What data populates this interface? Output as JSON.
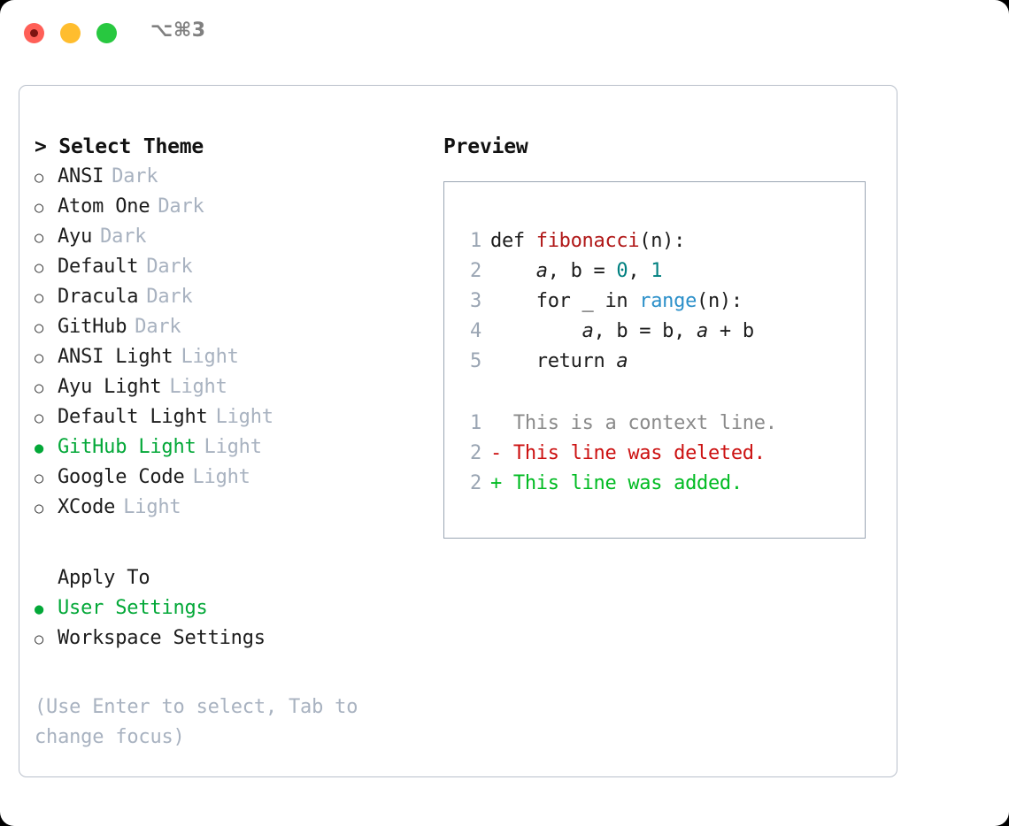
{
  "titlebar": {
    "shortcut": "⌥⌘3",
    "buttons": [
      {
        "name": "close",
        "color": "#ff5f57"
      },
      {
        "name": "minimize",
        "color": "#ffbd2e"
      },
      {
        "name": "maximize",
        "color": "#28c840"
      }
    ]
  },
  "theme_picker": {
    "heading": "> Select Theme",
    "marker_unselected": "○",
    "marker_selected": "●",
    "items": [
      {
        "name": "ANSI",
        "variant": "Dark",
        "selected": false
      },
      {
        "name": "Atom One",
        "variant": "Dark",
        "selected": false
      },
      {
        "name": "Ayu",
        "variant": "Dark",
        "selected": false
      },
      {
        "name": "Default",
        "variant": "Dark",
        "selected": false
      },
      {
        "name": "Dracula",
        "variant": "Dark",
        "selected": false
      },
      {
        "name": "GitHub",
        "variant": "Dark",
        "selected": false
      },
      {
        "name": "ANSI Light",
        "variant": "Light",
        "selected": false
      },
      {
        "name": "Ayu Light",
        "variant": "Light",
        "selected": false
      },
      {
        "name": "Default Light",
        "variant": "Light",
        "selected": false
      },
      {
        "name": "GitHub Light",
        "variant": "Light",
        "selected": true
      },
      {
        "name": "Google Code",
        "variant": "Light",
        "selected": false
      },
      {
        "name": "XCode",
        "variant": "Light",
        "selected": false
      }
    ]
  },
  "apply_to": {
    "heading": "Apply To",
    "items": [
      {
        "name": "User Settings",
        "selected": true
      },
      {
        "name": "Workspace Settings",
        "selected": false
      }
    ]
  },
  "hint": "(Use Enter to select, Tab to change focus)",
  "preview": {
    "heading": "Preview",
    "code": [
      {
        "lineno": "1",
        "tokens": [
          {
            "text": "def ",
            "kind": "plain"
          },
          {
            "text": "fibonacci",
            "kind": "fn"
          },
          {
            "text": "(n):",
            "kind": "plain"
          }
        ]
      },
      {
        "lineno": "2",
        "tokens": [
          {
            "text": "    ",
            "kind": "plain"
          },
          {
            "text": "a",
            "kind": "var"
          },
          {
            "text": ", ",
            "kind": "plain"
          },
          {
            "text": "b",
            "kind": "plain"
          },
          {
            "text": " = ",
            "kind": "plain"
          },
          {
            "text": "0",
            "kind": "num"
          },
          {
            "text": ", ",
            "kind": "plain"
          },
          {
            "text": "1",
            "kind": "num"
          }
        ]
      },
      {
        "lineno": "3",
        "tokens": [
          {
            "text": "    for _ in ",
            "kind": "plain"
          },
          {
            "text": "range",
            "kind": "call"
          },
          {
            "text": "(n):",
            "kind": "plain"
          }
        ]
      },
      {
        "lineno": "4",
        "tokens": [
          {
            "text": "        ",
            "kind": "plain"
          },
          {
            "text": "a",
            "kind": "var"
          },
          {
            "text": ", b = b, ",
            "kind": "plain"
          },
          {
            "text": "a",
            "kind": "var"
          },
          {
            "text": " + b",
            "kind": "plain"
          }
        ]
      },
      {
        "lineno": "5",
        "tokens": [
          {
            "text": "    return ",
            "kind": "plain"
          },
          {
            "text": "a",
            "kind": "var"
          }
        ]
      }
    ],
    "diff": [
      {
        "lineno": "1",
        "marker": " ",
        "text": " This is a context line.",
        "kind": "ctx"
      },
      {
        "lineno": "2",
        "marker": "-",
        "text": " This line was deleted.",
        "kind": "del"
      },
      {
        "lineno": "2",
        "marker": "+",
        "text": " This line was added.",
        "kind": "add"
      }
    ]
  },
  "colors": {
    "accent_green": "#03a838",
    "muted": "#a8b2c0",
    "panel_border": "#b9c0cb",
    "preview_border": "#9aa5b3",
    "fn_red": "#b01717",
    "number_teal": "#008080",
    "call_blue": "#2a8fc9",
    "diff_add": "#00bb22",
    "diff_del": "#cc1111",
    "diff_ctx": "#8a8a8a"
  }
}
